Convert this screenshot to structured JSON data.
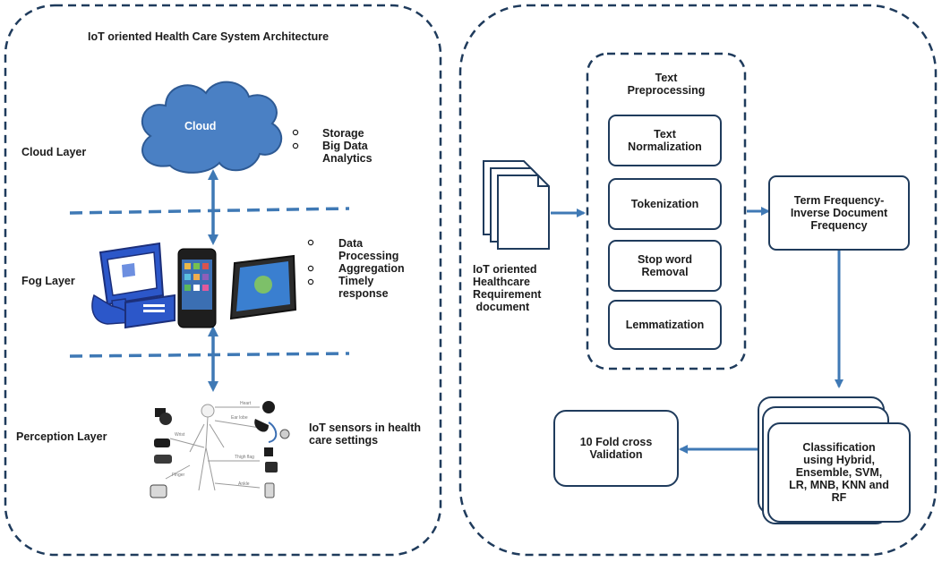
{
  "left_panel": {
    "title": "IoT oriented Health Care System Architecture",
    "layers": {
      "cloud": "Cloud Layer",
      "fog": "Fog Layer",
      "perception": "Perception Layer"
    },
    "cloud_label": "Cloud",
    "cloud_bullets": [
      "Storage",
      "Big Data",
      "Analytics"
    ],
    "fog_bullets": [
      "Data",
      "Processing",
      "Aggregation",
      "Timely",
      "response"
    ],
    "sensors_label": [
      "IoT sensors in health",
      "care settings"
    ],
    "sensor_diagram_labels": [
      "Heart",
      "Ear lobe",
      "Wrist",
      "Finger",
      "Thigh flag",
      "Ankle"
    ]
  },
  "right_panel": {
    "document_label": [
      "IoT oriented",
      "Healthcare",
      "Requirement",
      " document"
    ],
    "preprocessing_title": [
      "Text",
      "Preprocessing"
    ],
    "steps": [
      [
        "Text",
        "Normalization"
      ],
      [
        "Tokenization"
      ],
      [
        "Stop word",
        "Removal"
      ],
      [
        "Lemmatization"
      ]
    ],
    "tfidf": [
      "Term Frequency-",
      "Inverse Document",
      "Frequency"
    ],
    "classification": [
      "Classification",
      "using Hybrid,",
      "Ensemble, SVM,",
      "LR, MNB, KNN and",
      "RF"
    ],
    "validation": [
      "10 Fold cross",
      "Validation"
    ]
  },
  "colors": {
    "navy": "#1f3b5c",
    "arrow_blue": "#3f79b5",
    "cloud_fill": "#4a80c4",
    "dashed_border": "#1f3b5c"
  }
}
